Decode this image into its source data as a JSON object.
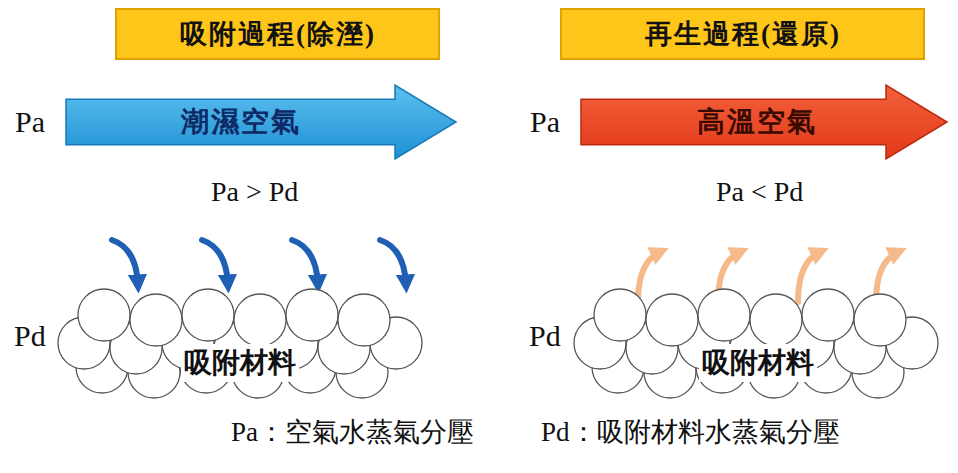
{
  "diagram": {
    "nodes": [
      {
        "text": [
          "吸附過程(除溼)"
        ]
      },
      {
        "text": [
          "再生過程(還原)"
        ]
      },
      {
        "text": [
          "潮濕空氣"
        ]
      },
      {
        "text": [
          "高溫空氣"
        ]
      },
      {
        "text": [
          "吸附材料"
        ]
      },
      {
        "text": [
          "吸附材料"
        ]
      }
    ],
    "labels": [
      "Pa",
      "Pa > Pd",
      "Pd",
      "Pa",
      "Pa < Pd",
      "Pd",
      "Pa：空氣水蒸氣分壓",
      "Pd：吸附材料水蒸氣分壓"
    ]
  }
}
